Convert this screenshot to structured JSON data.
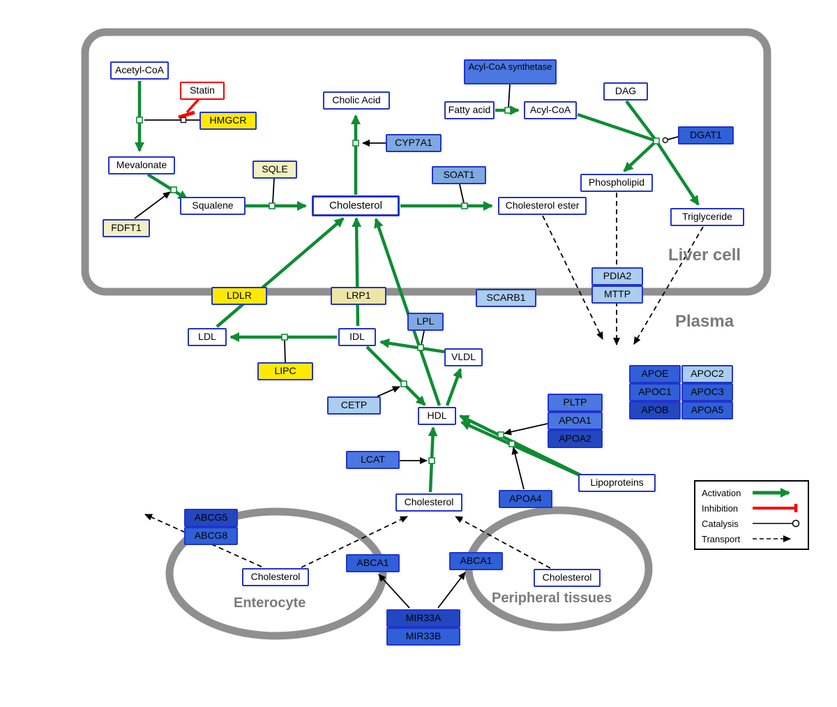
{
  "compartments": {
    "liver": "Liver cell",
    "plasma": "Plasma",
    "enterocyte": "Enterocyte",
    "peripheral": "Peripheral tissues"
  },
  "legend": {
    "activation": "Activation",
    "inhibition": "Inhibition",
    "catalysis": "Catalysis",
    "transport": "Transport"
  },
  "colors": {
    "green": "#0E8C32",
    "red": "#FF0000",
    "gray": "#8F8F8F",
    "gray_text": "#7A7A7A",
    "blue_border": "#2233CC",
    "yellow": "#FFE900",
    "pale_yellow": "#F2F0C4",
    "khaki": "#EDE6A6",
    "light_blue": "#ABCDEF",
    "midlight_blue": "#7FA9E0",
    "mid_blue": "#4A77E0",
    "blue": "#3060D8",
    "dark_blue": "#2347BE"
  },
  "nodes": {
    "acetyl_coa": {
      "label": "Acetyl-CoA"
    },
    "statin": {
      "label": "Statin"
    },
    "hmgcr": {
      "label": "HMGCR"
    },
    "cholic_acid": {
      "label": "Cholic Acid"
    },
    "acyl_coa_synthetase": {
      "label": "Acyl-CoA synthetase"
    },
    "fatty_acid": {
      "label": "Fatty acid"
    },
    "acyl_coa": {
      "label": "Acyl-CoA"
    },
    "dag": {
      "label": "DAG"
    },
    "dgat1": {
      "label": "DGAT1"
    },
    "cyp7a1": {
      "label": "CYP7A1"
    },
    "mevalonate": {
      "label": "Mevalonate"
    },
    "sqle": {
      "label": "SQLE"
    },
    "soat1": {
      "label": "SOAT1"
    },
    "phospholipid": {
      "label": "Phospholipid"
    },
    "squalene": {
      "label": "Squalene"
    },
    "cholesterol_liver": {
      "label": "Cholesterol"
    },
    "cholesterol_ester": {
      "label": "Cholesterol ester"
    },
    "triglyceride": {
      "label": "Triglyceride"
    },
    "fdft1": {
      "label": "FDFT1"
    },
    "ldlr": {
      "label": "LDLR"
    },
    "lrp1": {
      "label": "LRP1"
    },
    "scarb1": {
      "label": "SCARB1"
    },
    "pdia2": {
      "label": "PDIA2"
    },
    "mttp": {
      "label": "MTTP"
    },
    "ldl": {
      "label": "LDL"
    },
    "idl": {
      "label": "IDL"
    },
    "lpl": {
      "label": "LPL"
    },
    "vldl": {
      "label": "VLDL"
    },
    "lipc": {
      "label": "LIPC"
    },
    "cetp": {
      "label": "CETP"
    },
    "hdl": {
      "label": "HDL"
    },
    "pltp": {
      "label": "PLTP"
    },
    "apoa1": {
      "label": "APOA1"
    },
    "apoa2": {
      "label": "APOA2"
    },
    "apoe": {
      "label": "APOE"
    },
    "apoc2": {
      "label": "APOC2"
    },
    "apoc1": {
      "label": "APOC1"
    },
    "apoc3": {
      "label": "APOC3"
    },
    "apob": {
      "label": "APOB"
    },
    "apoa5": {
      "label": "APOA5"
    },
    "lcat": {
      "label": "LCAT"
    },
    "apoa4": {
      "label": "APOA4"
    },
    "lipoproteins": {
      "label": "Lipoproteins"
    },
    "cholesterol_plasma": {
      "label": "Cholesterol"
    },
    "abcg5": {
      "label": "ABCG5"
    },
    "abcg8": {
      "label": "ABCG8"
    },
    "cholesterol_enterocyte": {
      "label": "Cholesterol"
    },
    "abca1_enterocyte": {
      "label": "ABCA1"
    },
    "abca1_peripheral": {
      "label": "ABCA1"
    },
    "cholesterol_peripheral": {
      "label": "Cholesterol"
    },
    "mir33a": {
      "label": "MIR33A"
    },
    "mir33b": {
      "label": "MIR33B"
    }
  }
}
